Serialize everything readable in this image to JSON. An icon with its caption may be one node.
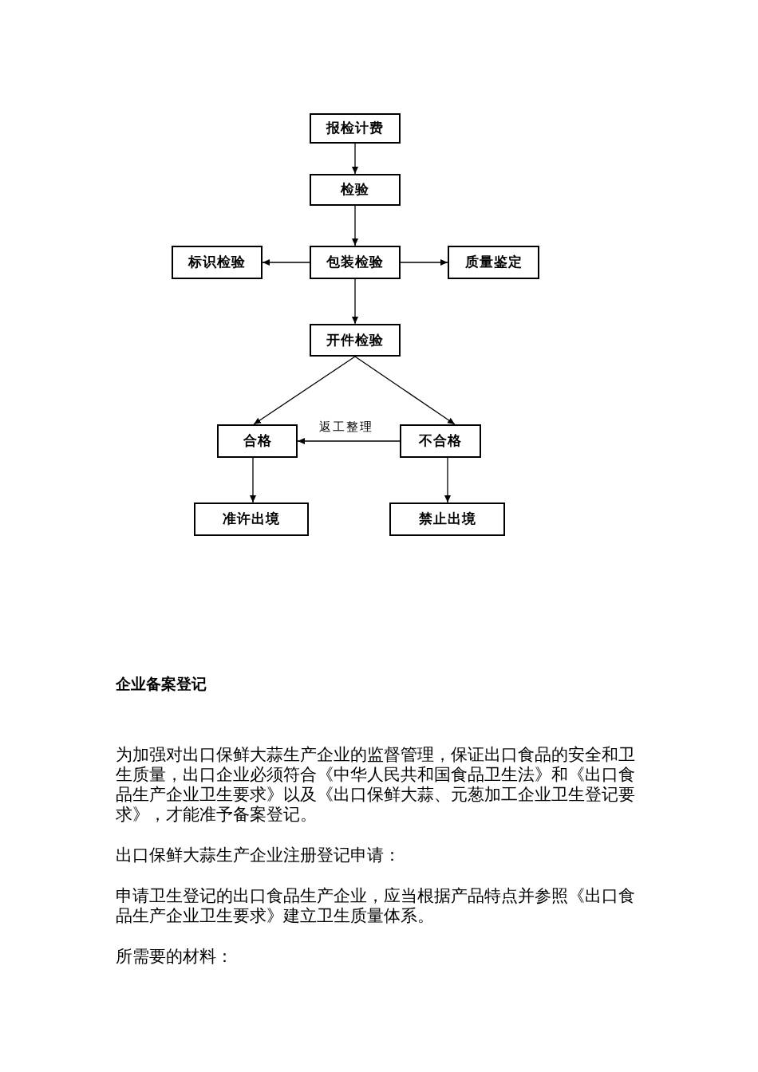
{
  "diagram": {
    "nodes": [
      {
        "text": [
          "报检计费"
        ]
      },
      {
        "text": [
          "检验"
        ]
      },
      {
        "text": [
          "标识检验"
        ]
      },
      {
        "text": [
          "包装检验"
        ]
      },
      {
        "text": [
          "质量鉴定"
        ]
      },
      {
        "text": [
          "开件检验"
        ]
      },
      {
        "text": [
          "合格"
        ]
      },
      {
        "text": [
          "不合格"
        ]
      },
      {
        "text": [
          "准许出境"
        ]
      },
      {
        "text": [
          "禁止出境"
        ]
      }
    ],
    "edges": [
      {
        "from": 0,
        "to": 1,
        "arrow": "to"
      },
      {
        "from": 1,
        "to": 3,
        "arrow": "to"
      },
      {
        "from": 3,
        "to": 2,
        "arrow": "to"
      },
      {
        "from": 3,
        "to": 4,
        "arrow": "to"
      },
      {
        "from": 3,
        "to": 5,
        "arrow": "to"
      },
      {
        "from": 5,
        "to": 6,
        "arrow": "to"
      },
      {
        "from": 5,
        "to": 7,
        "arrow": "to"
      },
      {
        "from": 7,
        "to": 6,
        "arrow": "to",
        "label": "返工整理"
      },
      {
        "from": 6,
        "to": 8,
        "arrow": "to"
      },
      {
        "from": 7,
        "to": 9,
        "arrow": "to"
      }
    ],
    "labels": [
      "企业备案登记",
      "为加强对出口保鲜大蒜生产企业的监督管理，保证出口食品的安全和卫生质量，出口企业必须符合《中华人民共和国食品卫生法》和《出口食品生产企业卫生要求》以及《出口保鲜大蒜、元葱加工企业卫生登记要求》，才能准予备案登记。",
      "出口保鲜大蒜生产企业注册登记申请：",
      "申请卫生登记的出口食品生产企业，应当根据产品特点并参照《出口食品生产企业卫生要求》建立卫生质量体系。",
      "所需要的材料："
    ]
  }
}
